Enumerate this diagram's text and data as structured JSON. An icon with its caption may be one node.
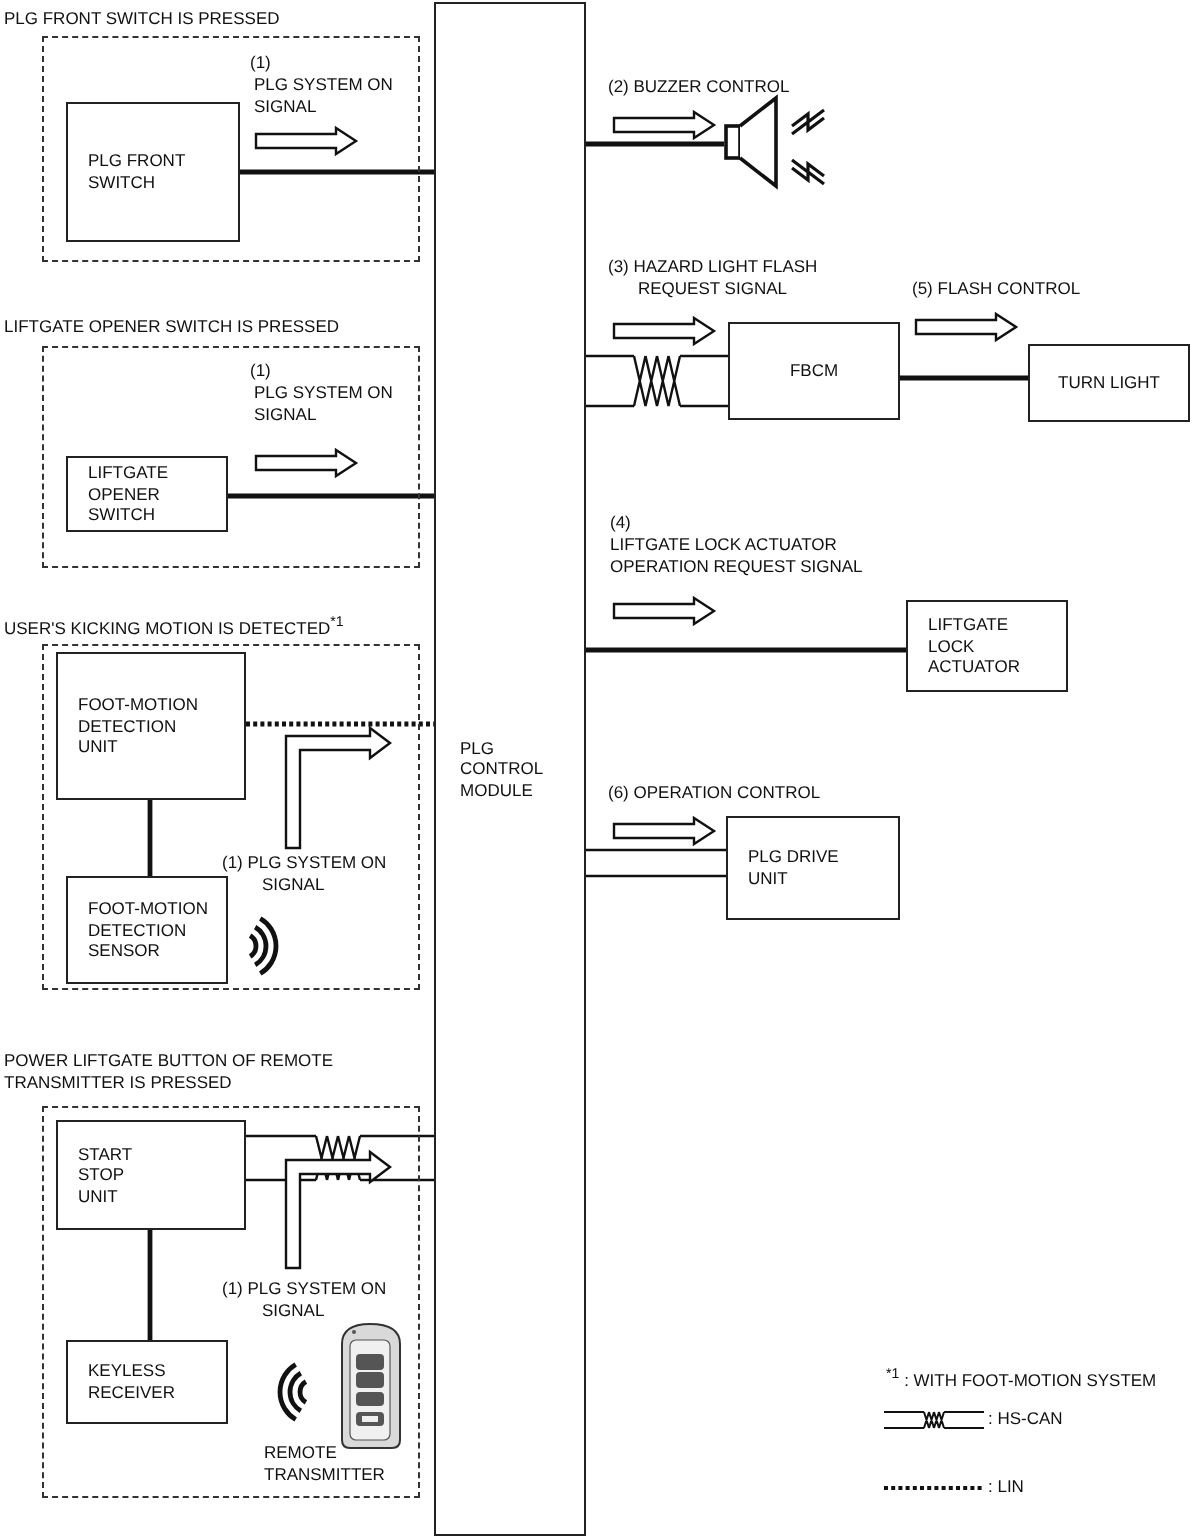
{
  "diagram": {
    "nodes": [
      {
        "text": [
          "PLG FRONT SWITCH IS PRESSED"
        ]
      },
      {
        "text": [
          "PLG FRONT SWITCH"
        ],
        "in": 0
      },
      {
        "text": [
          "LIFTGATE OPENER SWITCH IS PRESSED"
        ]
      },
      {
        "text": [
          "LIFTGATE OPENER SWITCH"
        ],
        "in": 2
      },
      {
        "text": [
          "USER'S KICKING MOTION IS DETECTED$^{*1}$"
        ]
      },
      {
        "text": [
          "FOOT-MOTION DETECTION UNIT"
        ],
        "in": 4
      },
      {
        "text": [
          "FOOT-MOTION DETECTION SENSOR"
        ],
        "in": 4
      },
      {
        "text": [
          "POWER LIFTGATE BUTTON OF REMOTE TRANSMITTER IS PRESSED"
        ]
      },
      {
        "text": [
          "START STOP UNIT"
        ],
        "in": 7
      },
      {
        "text": [
          "KEYLESS RECEIVER"
        ],
        "in": 7
      },
      {
        "text": [
          "PLG CONTROL MODULE"
        ]
      },
      {
        "text": [],
        "shape": "speaker"
      },
      {
        "text": [
          "FBCM"
        ]
      },
      {
        "text": [
          "TURN LIGHT"
        ]
      },
      {
        "text": [
          "LIFTGATE LOCK ACTUATOR"
        ]
      },
      {
        "text": [
          "PLG DRIVE UNIT"
        ]
      }
    ],
    "edges": [
      {
        "from": 1,
        "to": 10,
        "arrow": "none"
      },
      {
        "from": 3,
        "to": 10,
        "arrow": "none"
      },
      {
        "from": 5,
        "to": 10,
        "arrow": "none",
        "style": "dashed"
      },
      {
        "from": 5,
        "to": 6,
        "arrow": "none"
      },
      {
        "from": 8,
        "to": 10,
        "arrow": "none"
      },
      {
        "from": 8,
        "to": 9,
        "arrow": "none"
      },
      {
        "from": 10,
        "to": 11,
        "arrow": "none"
      },
      {
        "from": 10,
        "to": 12,
        "arrow": "none"
      },
      {
        "from": 12,
        "to": 13,
        "arrow": "none"
      },
      {
        "from": 10,
        "to": 14,
        "arrow": "none"
      },
      {
        "from": 10,
        "to": 15,
        "arrow": "none"
      }
    ],
    "labels": [
      "(2) BUZZER CONTROL",
      "(1)",
      "PLG SYSTEM ON SIGNAL",
      "(3) HAZARD LIGHT FLASH REQUEST SIGNAL",
      "(5) FLASH CONTROL",
      "(1)",
      "PLG SYSTEM ON SIGNAL",
      "(4)",
      "LIFTGATE LOCK ACTUATOR OPERATION REQUEST SIGNAL",
      "(6) OPERATION CONTROL",
      "(1) PLG SYSTEM ON SIGNAL",
      "(1) PLG SYSTEM ON SIGNAL",
      "REMOTE TRANSMITTER",
      "$^{*1}$ : WITH FOOT-MOTION SYSTEM"
    ],
    "legend": [
      {
        "text": ": HS-CAN"
      },
      {
        "text": ": LIN"
      }
    ]
  }
}
